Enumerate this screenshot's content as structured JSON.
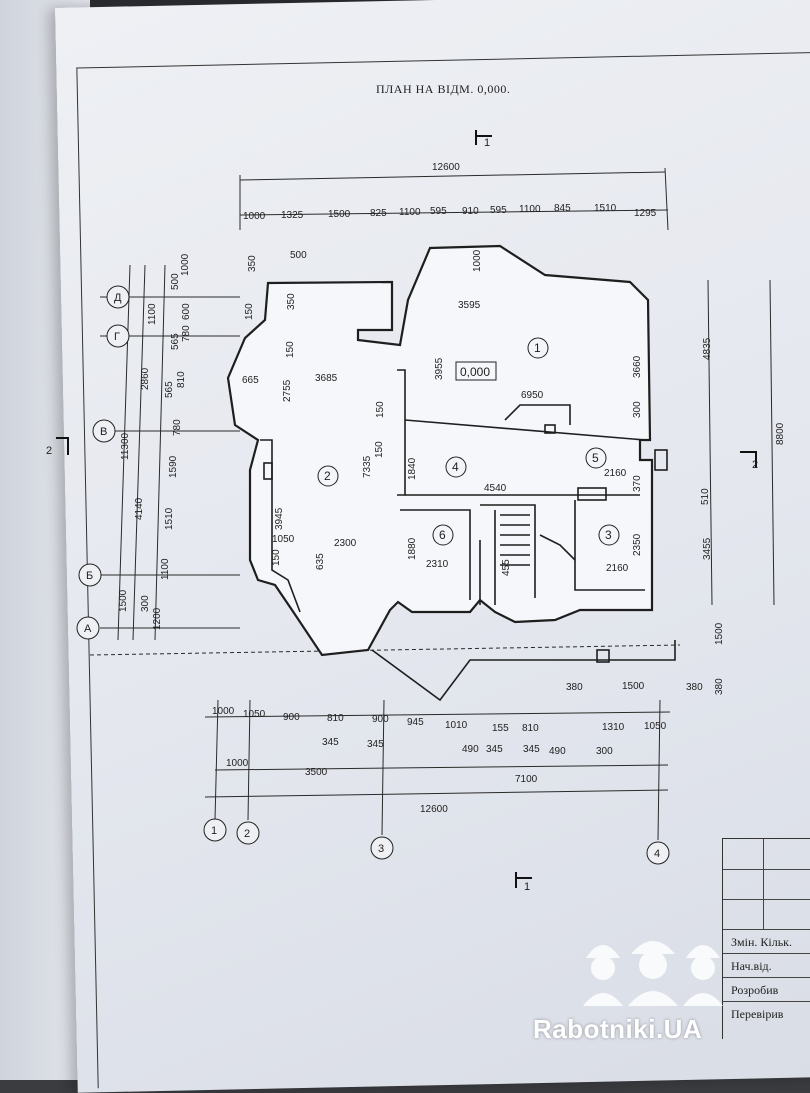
{
  "drawing": {
    "title": "ПЛАН НА ВІДМ. 0,000.",
    "level_mark": "0,000",
    "section_mark": "1",
    "section_mark_side": "2"
  },
  "top_dims": {
    "overall": "12600",
    "segments": [
      "1000",
      "1325",
      "1500",
      "825",
      "1100",
      "595",
      "910",
      "595",
      "1100",
      "845",
      "1510",
      "1295"
    ],
    "inner": [
      "500",
      "1000",
      "3595",
      "6950"
    ]
  },
  "bottom_dims": {
    "row1": [
      "1000",
      "1050",
      "900",
      "810",
      "900",
      "945",
      "1010",
      "155",
      "810",
      "1310",
      "1050"
    ],
    "row1b": [
      "345",
      "345",
      "490",
      "345",
      "345",
      "490",
      "300"
    ],
    "row2": [
      "1000",
      "3500",
      "7100"
    ],
    "overall": "12600",
    "misc": [
      "380",
      "1500",
      "380"
    ]
  },
  "left_dims": {
    "overall": "11300",
    "parts": [
      "2860",
      "4140",
      "1500",
      "1200"
    ],
    "small": [
      "500",
      "1000",
      "1100",
      "600",
      "780",
      "565",
      "810",
      "565",
      "780",
      "1590",
      "1510",
      "1100",
      "300"
    ]
  },
  "right_dims": {
    "overall": "8800",
    "parts": [
      "4835",
      "510",
      "3455",
      "1500",
      "380"
    ]
  },
  "interior_dims": [
    "350",
    "500",
    "150",
    "350",
    "150",
    "665",
    "3685",
    "3955",
    "3660",
    "2755",
    "150",
    "7335",
    "150",
    "300",
    "1840",
    "4540",
    "2160",
    "370",
    "3945",
    "1050",
    "2300",
    "635",
    "150",
    "1880",
    "2310",
    "455",
    "2350",
    "2160",
    "1000"
  ],
  "axes": {
    "letters": [
      "Д",
      "Г",
      "В",
      "Б",
      "А"
    ],
    "numbers": [
      "1",
      "2",
      "3",
      "4"
    ]
  },
  "rooms": [
    "1",
    "2",
    "3",
    "4",
    "5",
    "6"
  ],
  "stamp": {
    "rows": [
      "Змін. Кільк.",
      "Нач.від.",
      "Розробив",
      "Перевірив"
    ]
  },
  "watermark": "Rabotniki.UA",
  "colors": {
    "line": "#2a2a2a",
    "paper": "#e8ebf1",
    "watermark": "#ffffff"
  }
}
